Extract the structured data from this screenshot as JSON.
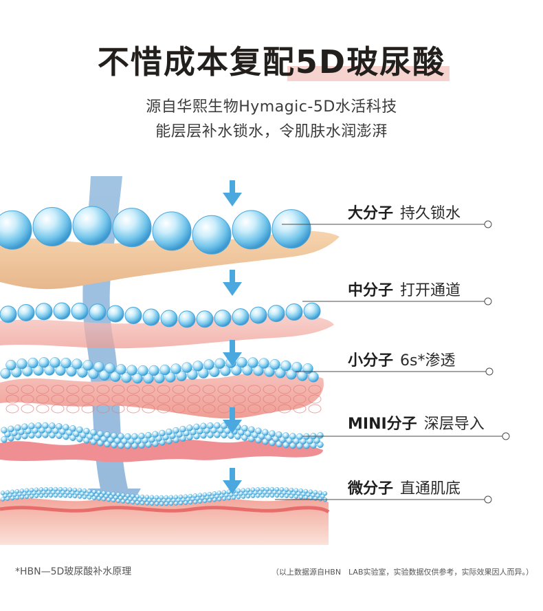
{
  "title": "不惜成本复配5D玻尿酸",
  "subtitle_lines": [
    "源自华熙生物Hymagic-5D水活科技",
    "能层层补水锁水，令肌肤水润澎湃"
  ],
  "layers": [
    {
      "name": "大分子",
      "desc": "持久锁水"
    },
    {
      "name": "中分子",
      "desc": "打开通道"
    },
    {
      "name": "小分子",
      "desc": "6s*渗透"
    },
    {
      "name": "MINI分子",
      "desc": "深层导入"
    },
    {
      "name": "微分子",
      "desc": "直通肌底"
    }
  ],
  "footnote": "*HBN—5D玻尿酸补水原理",
  "disclaimer": "（以上数据源自HBN　LAB实验室，实验数据仅供参考，实际效果因人而异。）",
  "colors": {
    "arrow_blue": "#4aa8de",
    "big_arrow": "#8fb8dc",
    "bubble": "#6fc3ea",
    "skin_beige": "#f2c9a0",
    "skin_pink": "#f1a9a0",
    "highlight": "#f6d3cf"
  }
}
